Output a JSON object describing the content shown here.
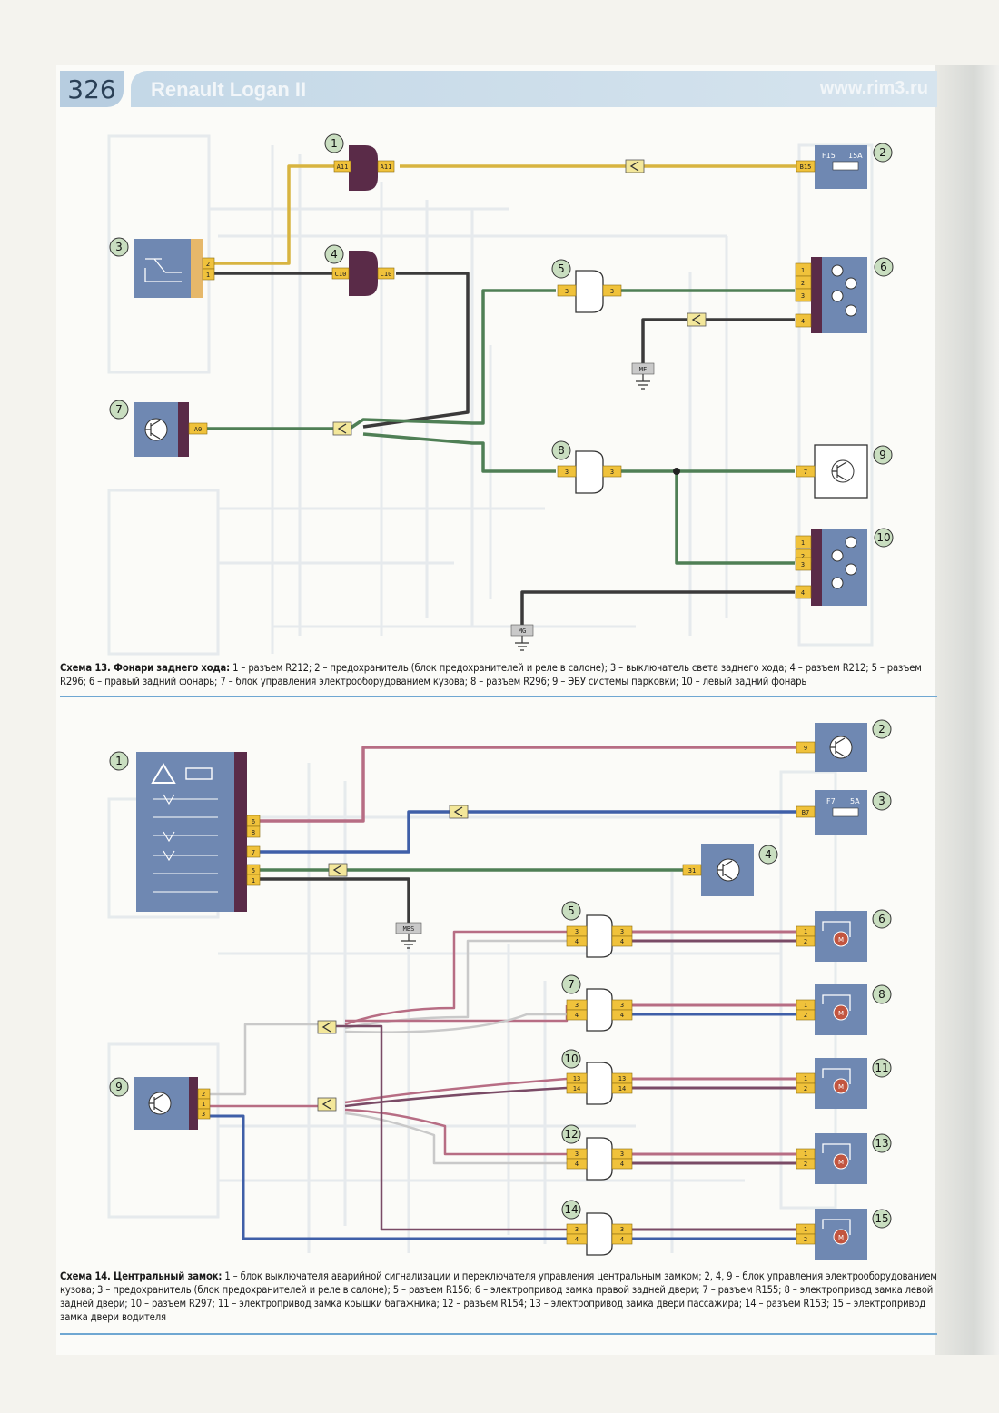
{
  "header": {
    "page_number": "326",
    "title": "Renault Logan II",
    "site": "www.rim3.ru"
  },
  "diagram13": {
    "callouts": [
      "1",
      "2",
      "3",
      "4",
      "5",
      "6",
      "7",
      "8",
      "9",
      "10"
    ],
    "pins": {
      "a11_left": "A11",
      "a11_right": "A11",
      "c10_left": "C10",
      "c10_right": "C10",
      "fuse_pin": "B15",
      "fuse_label": "F15",
      "fuse_rating": "15A",
      "sw_pin2": "2",
      "sw_pin1": "1",
      "c5_in": "3",
      "c5_out": "3",
      "c8_in": "3",
      "c8_out": "3",
      "bcm_pin": "A0",
      "lamp6_pins": [
        "1",
        "2",
        "3",
        "4"
      ],
      "lamp10_pins": [
        "1",
        "2",
        "3",
        "4"
      ],
      "ecu9_pin": "7",
      "ground_mf": "MF",
      "ground_mg": "MG"
    },
    "caption_title": "Схема 13. Фонари заднего хода:",
    "caption_text": " 1 – разъем R212; 2 – предохранитель (блок предохранителей и реле в салоне); 3 – выключатель света заднего хода; 4 – разъем R212; 5 – разъем R296; 6 – правый задний фонарь; 7 – блок управления электрооборудованием кузова; 8 – разъем R296; 9 – ЭБУ системы парковки; 10 – левый задний фонарь"
  },
  "diagram14": {
    "callouts": [
      "1",
      "2",
      "3",
      "4",
      "5",
      "6",
      "7",
      "8",
      "9",
      "10",
      "11",
      "12",
      "13",
      "14",
      "15"
    ],
    "pins": {
      "sw_pins": [
        "6",
        "8",
        "7",
        "5",
        "1"
      ],
      "bcm2_pin": "9",
      "fuse_pin": "B7",
      "fuse_label": "F7",
      "fuse_rating": "5A",
      "bcm4_pin": "31",
      "ground": "MBS",
      "conn_pairs": [
        [
          "3",
          "4"
        ],
        [
          "3",
          "4"
        ],
        [
          "13",
          "14"
        ],
        [
          "3",
          "4"
        ],
        [
          "3",
          "4"
        ]
      ],
      "motor_pins": [
        "1",
        "2"
      ],
      "bcm9_pins": [
        "2",
        "1",
        "3"
      ],
      "motor_label": "M"
    },
    "caption_title": "Схема 14. Центральный замок:",
    "caption_text": " 1 – блок выключателя аварийной сигнализации и переключателя управления центральным замком; 2, 4, 9 – блок управления электрооборудованием кузова; 3 – предохранитель (блок предохранителей и реле в салоне); 5 – разъем R156; 6 – электропривод замка правой задней двери; 7 – разъем R155; 8 – электропривод замка левой задней двери; 10 – разъем R297; 11 – электропривод замка крышки багажника; 12 – разъем R154; 13 – электропривод замка двери пассажира; 14 – разъем R153; 15 – электропривод замка двери водителя"
  },
  "colors": {
    "wire_yellow": "#d8b440",
    "wire_green": "#4f7f55",
    "wire_dark": "#3b3a3a",
    "wire_pink": "#b76d84",
    "wire_blue": "#3f5fa8",
    "wire_white": "#c9c9c9",
    "component_fill": "#6f88b2",
    "connector_fill": "#5a2b48",
    "accent_blue": "#6fa7d2"
  }
}
